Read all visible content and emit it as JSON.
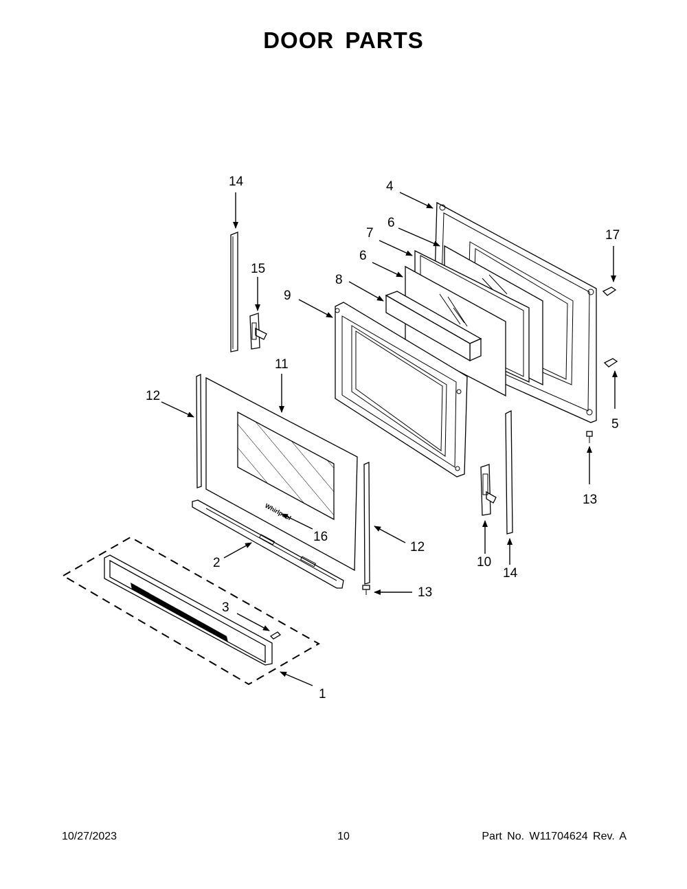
{
  "title": "DOOR PARTS",
  "callouts": [
    "14",
    "15",
    "4",
    "6",
    "7",
    "6",
    "8",
    "9",
    "17",
    "11",
    "12",
    "5",
    "13",
    "12",
    "13",
    "10",
    "14",
    "16",
    "2",
    "3",
    "1"
  ],
  "footer": {
    "date": "10/27/2023",
    "page": "10",
    "part_info": "Part No.  W11704624  Rev.  A"
  }
}
